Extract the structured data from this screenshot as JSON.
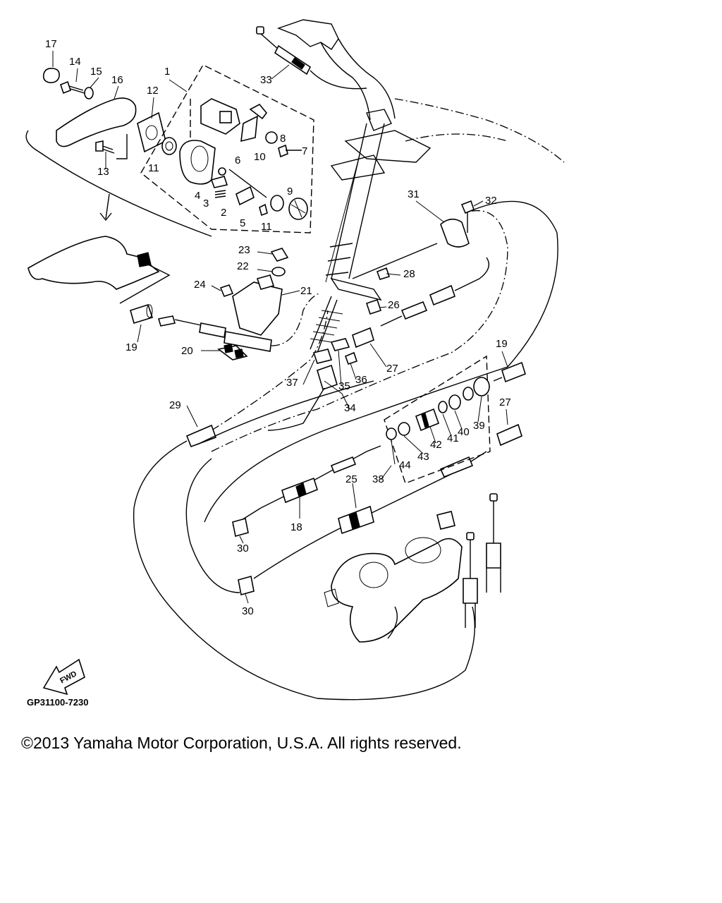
{
  "diagram_code": "GP31100-7230",
  "fwd_label": "FWD",
  "copyright": "©2013 Yamaha Motor Corporation, U.S.A. All rights reserved.",
  "callouts": [
    "1",
    "2",
    "3",
    "4",
    "5",
    "6",
    "7",
    "8",
    "9",
    "10",
    "11",
    "11",
    "12",
    "13",
    "14",
    "15",
    "16",
    "17",
    "18",
    "19",
    "19",
    "20",
    "21",
    "22",
    "23",
    "24",
    "25",
    "26",
    "27",
    "27",
    "28",
    "29",
    "30",
    "30",
    "31",
    "32",
    "33",
    "34",
    "35",
    "36",
    "37",
    "38",
    "39",
    "40",
    "41",
    "42",
    "43",
    "44"
  ]
}
